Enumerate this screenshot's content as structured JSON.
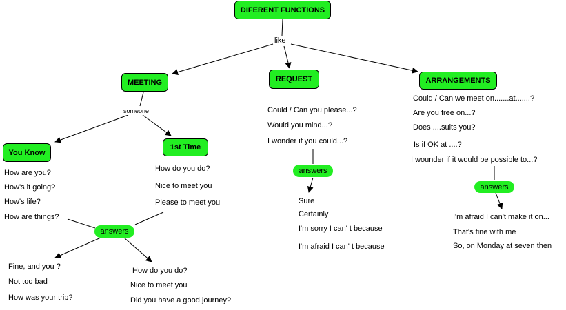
{
  "colors": {
    "node_fill": "#22ee22",
    "line": "#000000",
    "background": "#ffffff"
  },
  "diagram": {
    "root": "DIFERENT FUNCTIONS",
    "root_connector": "like",
    "meeting": {
      "label": "MEETING",
      "connector": "someone",
      "you_know": {
        "label": "You Know",
        "phrases": [
          "How are you?",
          "How's it going?",
          "How's life?",
          "How are things?"
        ],
        "answers_label": "answers",
        "answers": [
          "Fine, and you ?",
          "Not too bad",
          "How was your trip?"
        ]
      },
      "first_time": {
        "label": "1st Time",
        "phrases": [
          "How do you do?",
          "Nice to meet you",
          "Please to meet  you"
        ],
        "answers": [
          "How do you do?",
          "Nice to meet you",
          "Did you have a good journey?"
        ]
      }
    },
    "request": {
      "label": "REQUEST",
      "phrases": [
        "Could / Can  you please...?",
        "Would you mind...?",
        "I wonder if you could...?"
      ],
      "answers_label": "answers",
      "answers": [
        "Sure",
        "Certainly",
        "I'm sorry I can' t because",
        "I'm afraid I can' t because"
      ]
    },
    "arrangements": {
      "label": "ARRANGEMENTS",
      "phrases": [
        "Could / Can we meet on.......at.......?",
        "Are you free on...?",
        "Does ....suits you?",
        "Is if OK at ....?",
        "I wounder if it would be possible to...?"
      ],
      "answers_label": "answers",
      "answers": [
        "I'm afraid I can't make it on...",
        "That's fine with me",
        "So, on Monday at seven then"
      ]
    }
  }
}
